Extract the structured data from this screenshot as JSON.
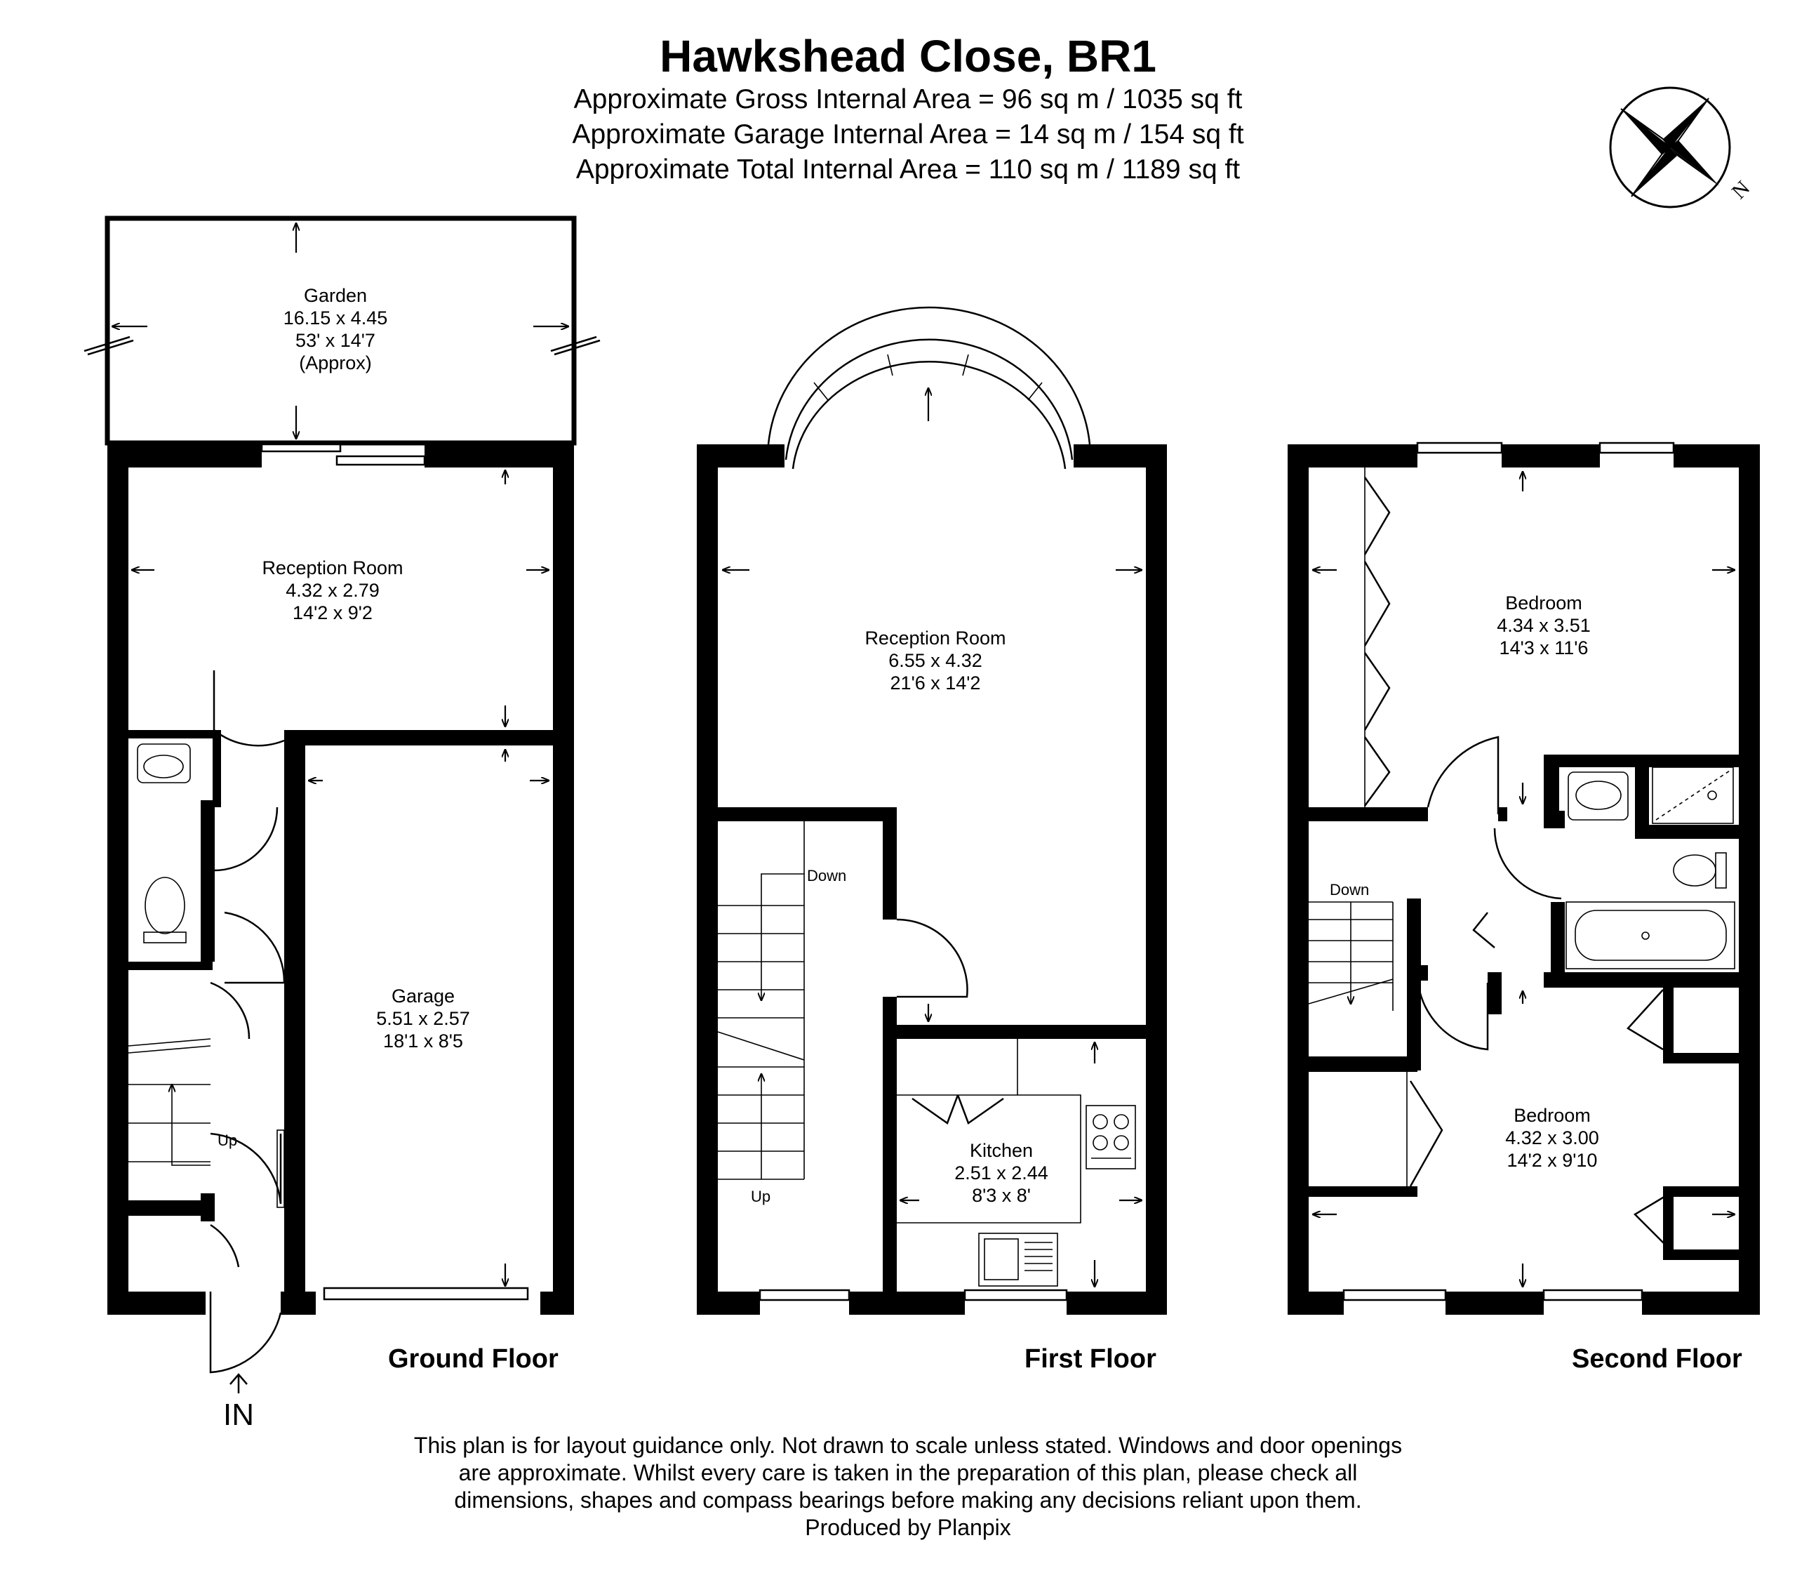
{
  "header": {
    "title": "Hawkshead Close, BR1",
    "gross_area": "Approximate Gross Internal Area = 96 sq m / 1035 sq ft",
    "garage_area": "Approximate Garage Internal Area = 14 sq m / 154 sq ft",
    "total_area": "Approximate Total Internal Area = 110 sq m / 1189 sq ft"
  },
  "compass": {
    "north_label": "N"
  },
  "floors": {
    "ground": {
      "label": "Ground Floor",
      "entrance": "IN",
      "stair_label": "Up",
      "garden": {
        "name": "Garden",
        "metric": "16.15 x 4.45",
        "imperial": "53' x 14'7",
        "note": "(Approx)"
      },
      "reception": {
        "name": "Reception Room",
        "metric": "4.32 x 2.79",
        "imperial": "14'2 x 9'2"
      },
      "garage": {
        "name": "Garage",
        "metric": "5.51 x 2.57",
        "imperial": "18'1 x 8'5"
      }
    },
    "first": {
      "label": "First Floor",
      "stair_down": "Down",
      "stair_up": "Up",
      "reception": {
        "name": "Reception Room",
        "metric": "6.55 x 4.32",
        "imperial": "21'6 x 14'2"
      },
      "kitchen": {
        "name": "Kitchen",
        "metric": "2.51 x 2.44",
        "imperial": "8'3 x 8'"
      }
    },
    "second": {
      "label": "Second Floor",
      "stair_down": "Down",
      "bedroom1": {
        "name": "Bedroom",
        "metric": "4.34 x 3.51",
        "imperial": "14'3 x 11'6"
      },
      "bedroom2": {
        "name": "Bedroom",
        "metric": "4.32 x 3.00",
        "imperial": "14'2 x 9'10"
      }
    }
  },
  "disclaimer": {
    "line1": "This plan is for layout guidance only. Not drawn to scale unless stated. Windows and door openings",
    "line2": "are approximate. Whilst every care is taken in the preparation of this plan, please check all",
    "line3": "dimensions, shapes and compass bearings before making any decisions reliant upon them.",
    "line4": "Produced by Planpix"
  }
}
